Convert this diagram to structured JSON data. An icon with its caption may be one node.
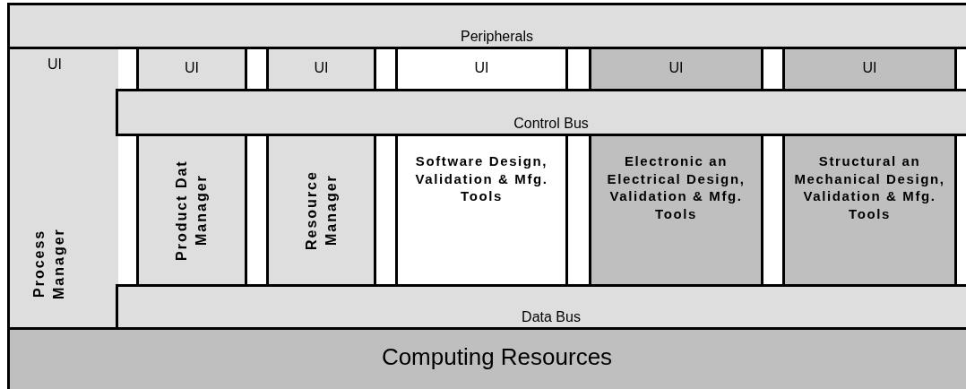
{
  "diagram": {
    "nodes": [
      {
        "text": [
          "Peripherals"
        ]
      },
      {
        "text": [
          "UI",
          "Process Manager"
        ]
      },
      {
        "text": [
          "UI"
        ]
      },
      {
        "text": [
          "UI"
        ]
      },
      {
        "text": [
          "UI"
        ]
      },
      {
        "text": [
          "UI"
        ]
      },
      {
        "text": [
          "UI"
        ]
      },
      {
        "text": [
          "Control Bus"
        ]
      },
      {
        "text": [
          "Product Dat Manager"
        ]
      },
      {
        "text": [
          "Resource Manager"
        ]
      },
      {
        "text": [
          "Software Design, Validation & Mfg. Tools"
        ]
      },
      {
        "text": [
          "Electronic an Electrical Design, Validation & Mfg. Tools"
        ]
      },
      {
        "text": [
          "Structural an Mechanical Design, Validation & Mfg. Tools"
        ]
      },
      {
        "text": [
          "Data Bus"
        ]
      },
      {
        "text": [
          "Computing Resources"
        ]
      }
    ]
  }
}
